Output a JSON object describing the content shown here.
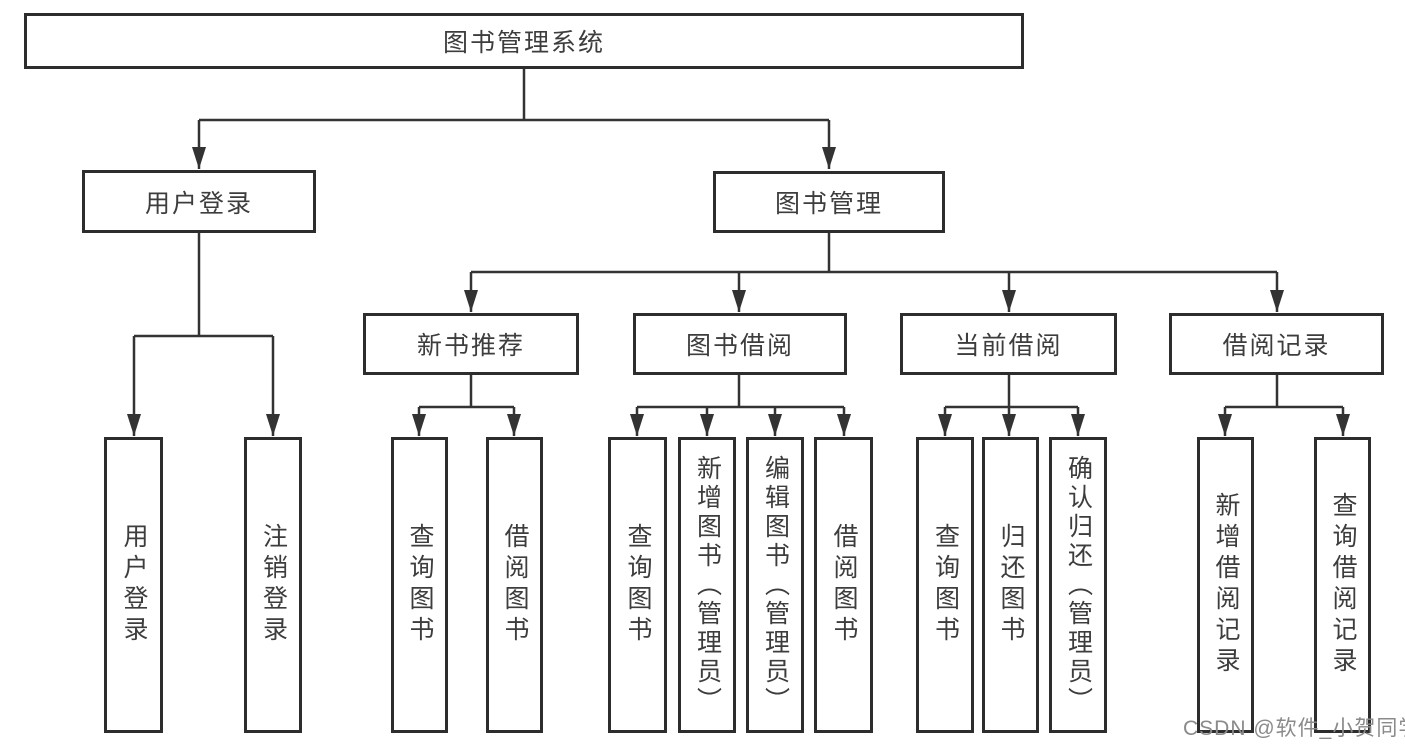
{
  "colors": {
    "line": "#333333",
    "box_border": "#2d2d2d",
    "text": "#3d3d3d",
    "background": "#ffffff",
    "watermark": "#8a8a8a"
  },
  "watermark": "CSDN @软件_小贺同学",
  "tree": {
    "label": "图书管理系统",
    "children": [
      {
        "label": "用户登录",
        "children": [
          {
            "label": "用户登录"
          },
          {
            "label": "注销登录"
          }
        ]
      },
      {
        "label": "图书管理",
        "children": [
          {
            "label": "新书推荐",
            "children": [
              {
                "label": "查询图书"
              },
              {
                "label": "借阅图书"
              }
            ]
          },
          {
            "label": "图书借阅",
            "children": [
              {
                "label": "查询图书"
              },
              {
                "label": "新增图书（管理员）"
              },
              {
                "label": "编辑图书（管理员）"
              },
              {
                "label": "借阅图书"
              }
            ]
          },
          {
            "label": "当前借阅",
            "children": [
              {
                "label": "查询图书"
              },
              {
                "label": "归还图书"
              },
              {
                "label": "确认归还（管理员）"
              }
            ]
          },
          {
            "label": "借阅记录",
            "children": [
              {
                "label": "新增借阅记录"
              },
              {
                "label": "查询借阅记录"
              }
            ]
          }
        ]
      }
    ]
  }
}
